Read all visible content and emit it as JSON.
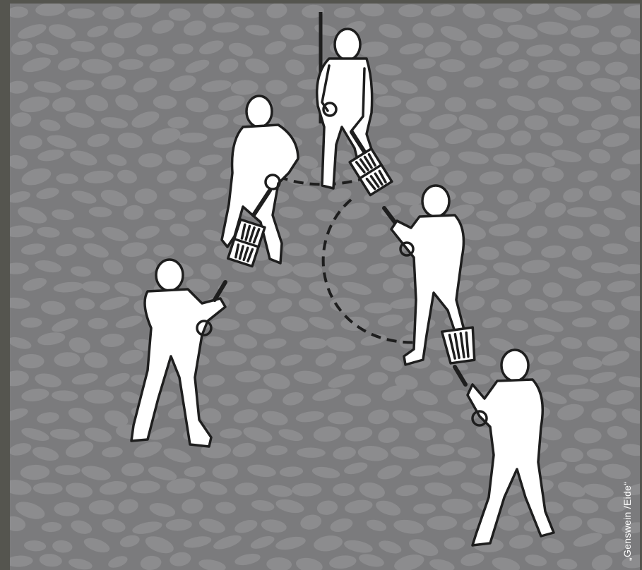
{
  "credit": "„Genswein /Eide“",
  "colors": {
    "frame": "#55554f",
    "background": "#7b7b7d",
    "stones": "#8c8c8e",
    "figures": "#ffffff",
    "outline": "#1e1e1e"
  },
  "figures": [
    {
      "name": "rescuer-top",
      "pose": "digging"
    },
    {
      "name": "rescuer-upper-left",
      "pose": "digging"
    },
    {
      "name": "rescuer-left",
      "pose": "clearing-snow"
    },
    {
      "name": "rescuer-middle-right",
      "pose": "digging"
    },
    {
      "name": "rescuer-lower-right",
      "pose": "clearing-snow"
    }
  ]
}
